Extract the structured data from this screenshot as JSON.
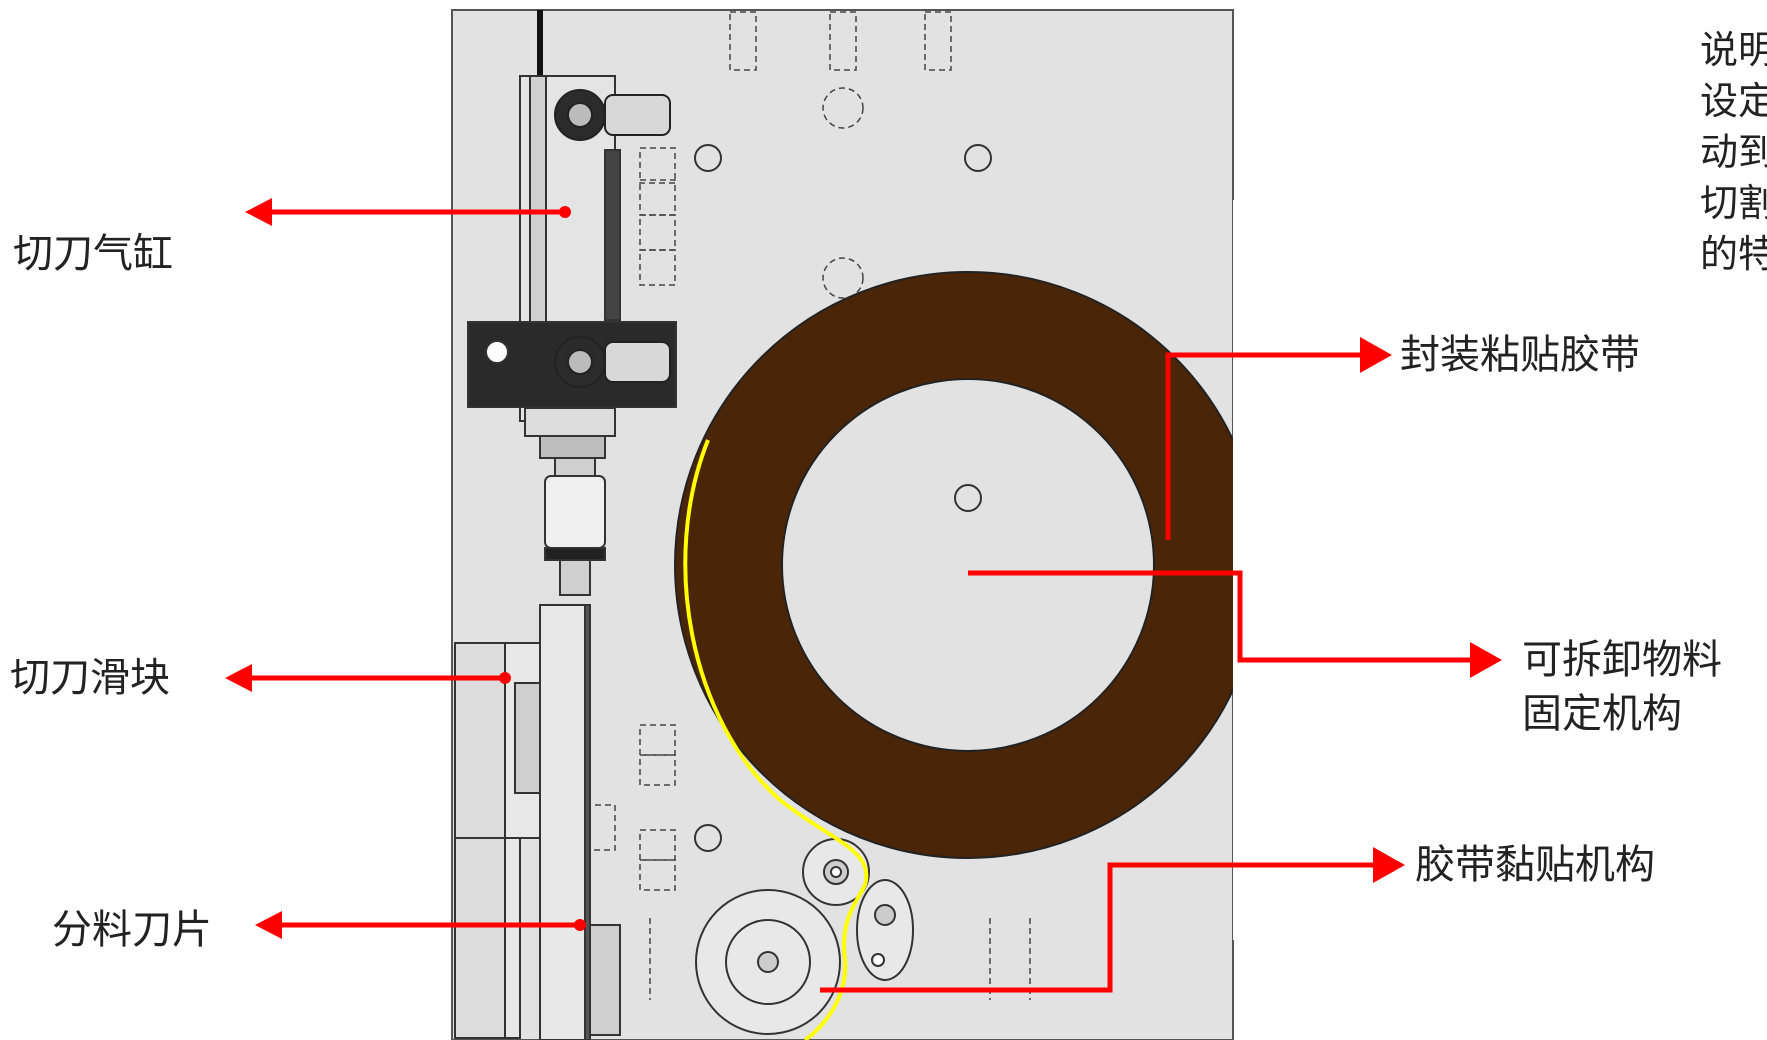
{
  "labels": {
    "cutter_cylinder": "切刀气缸",
    "cutter_slider": "切刀滑块",
    "blade": "分料刀片",
    "tape": "封装粘贴胶带",
    "fixture_line1": "可拆卸物料",
    "fixture_line2": "固定机构",
    "taping_mechanism": "胶带黏贴机构"
  },
  "note_lines": [
    "说明",
    "设定",
    "动到",
    "切割",
    "的特"
  ],
  "colors": {
    "arrow": "#ff0000",
    "tape_roll": "#4a2508",
    "plate": "#e2e2e2",
    "tape_path": "#ffff00"
  }
}
